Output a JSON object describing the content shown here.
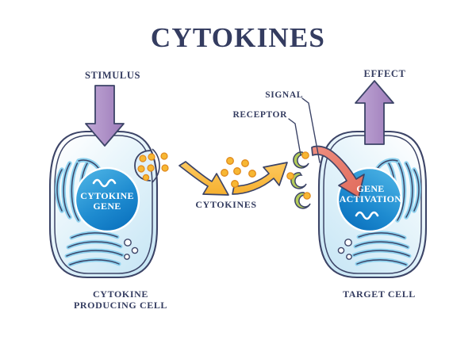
{
  "title": "CYTOKINES",
  "labels": {
    "stimulus": "STIMULUS",
    "effect": "EFFECT",
    "signal": "SIGNAL",
    "receptor": "RECEPTOR",
    "cytokines": "CYTOKINES",
    "producing_cell_line1": "CYTOKINE",
    "producing_cell_line2": "PRODUCING CELL",
    "target_cell": "TARGET CELL"
  },
  "nucleus_left": {
    "line1": "CYTOKINE",
    "line2": "GENE"
  },
  "nucleus_right": {
    "line1": "GENE",
    "line2": "ACTIVATION"
  },
  "colors": {
    "title_navy": "#343c60",
    "outline_navy": "#3c4467",
    "cell_fill_light": "#ffffff",
    "cell_fill_blue": "#cfe9f6",
    "nucleus_light": "#3fa9e0",
    "nucleus_deep": "#0e79c4",
    "organelle_blue": "#8ed2ef",
    "cytokine_orange": "#f7b733",
    "cytokine_outline": "#e08a1e",
    "arrow_yellow": "#fbc04a",
    "arrow_purple": "#b196cd",
    "arrow_salmon": "#e8796b",
    "receptor_green": "#b4cc5a"
  },
  "elements": {
    "stimulus_arrow": "down-arrow",
    "effect_arrow": "up-arrow",
    "secretion_arrow": "curved-right-arrow",
    "uptake_arrow": "curved-right-arrow",
    "activation_arrow": "curved-down-arrow",
    "cytokine_dot_count": 6,
    "receptor_count": 3
  }
}
